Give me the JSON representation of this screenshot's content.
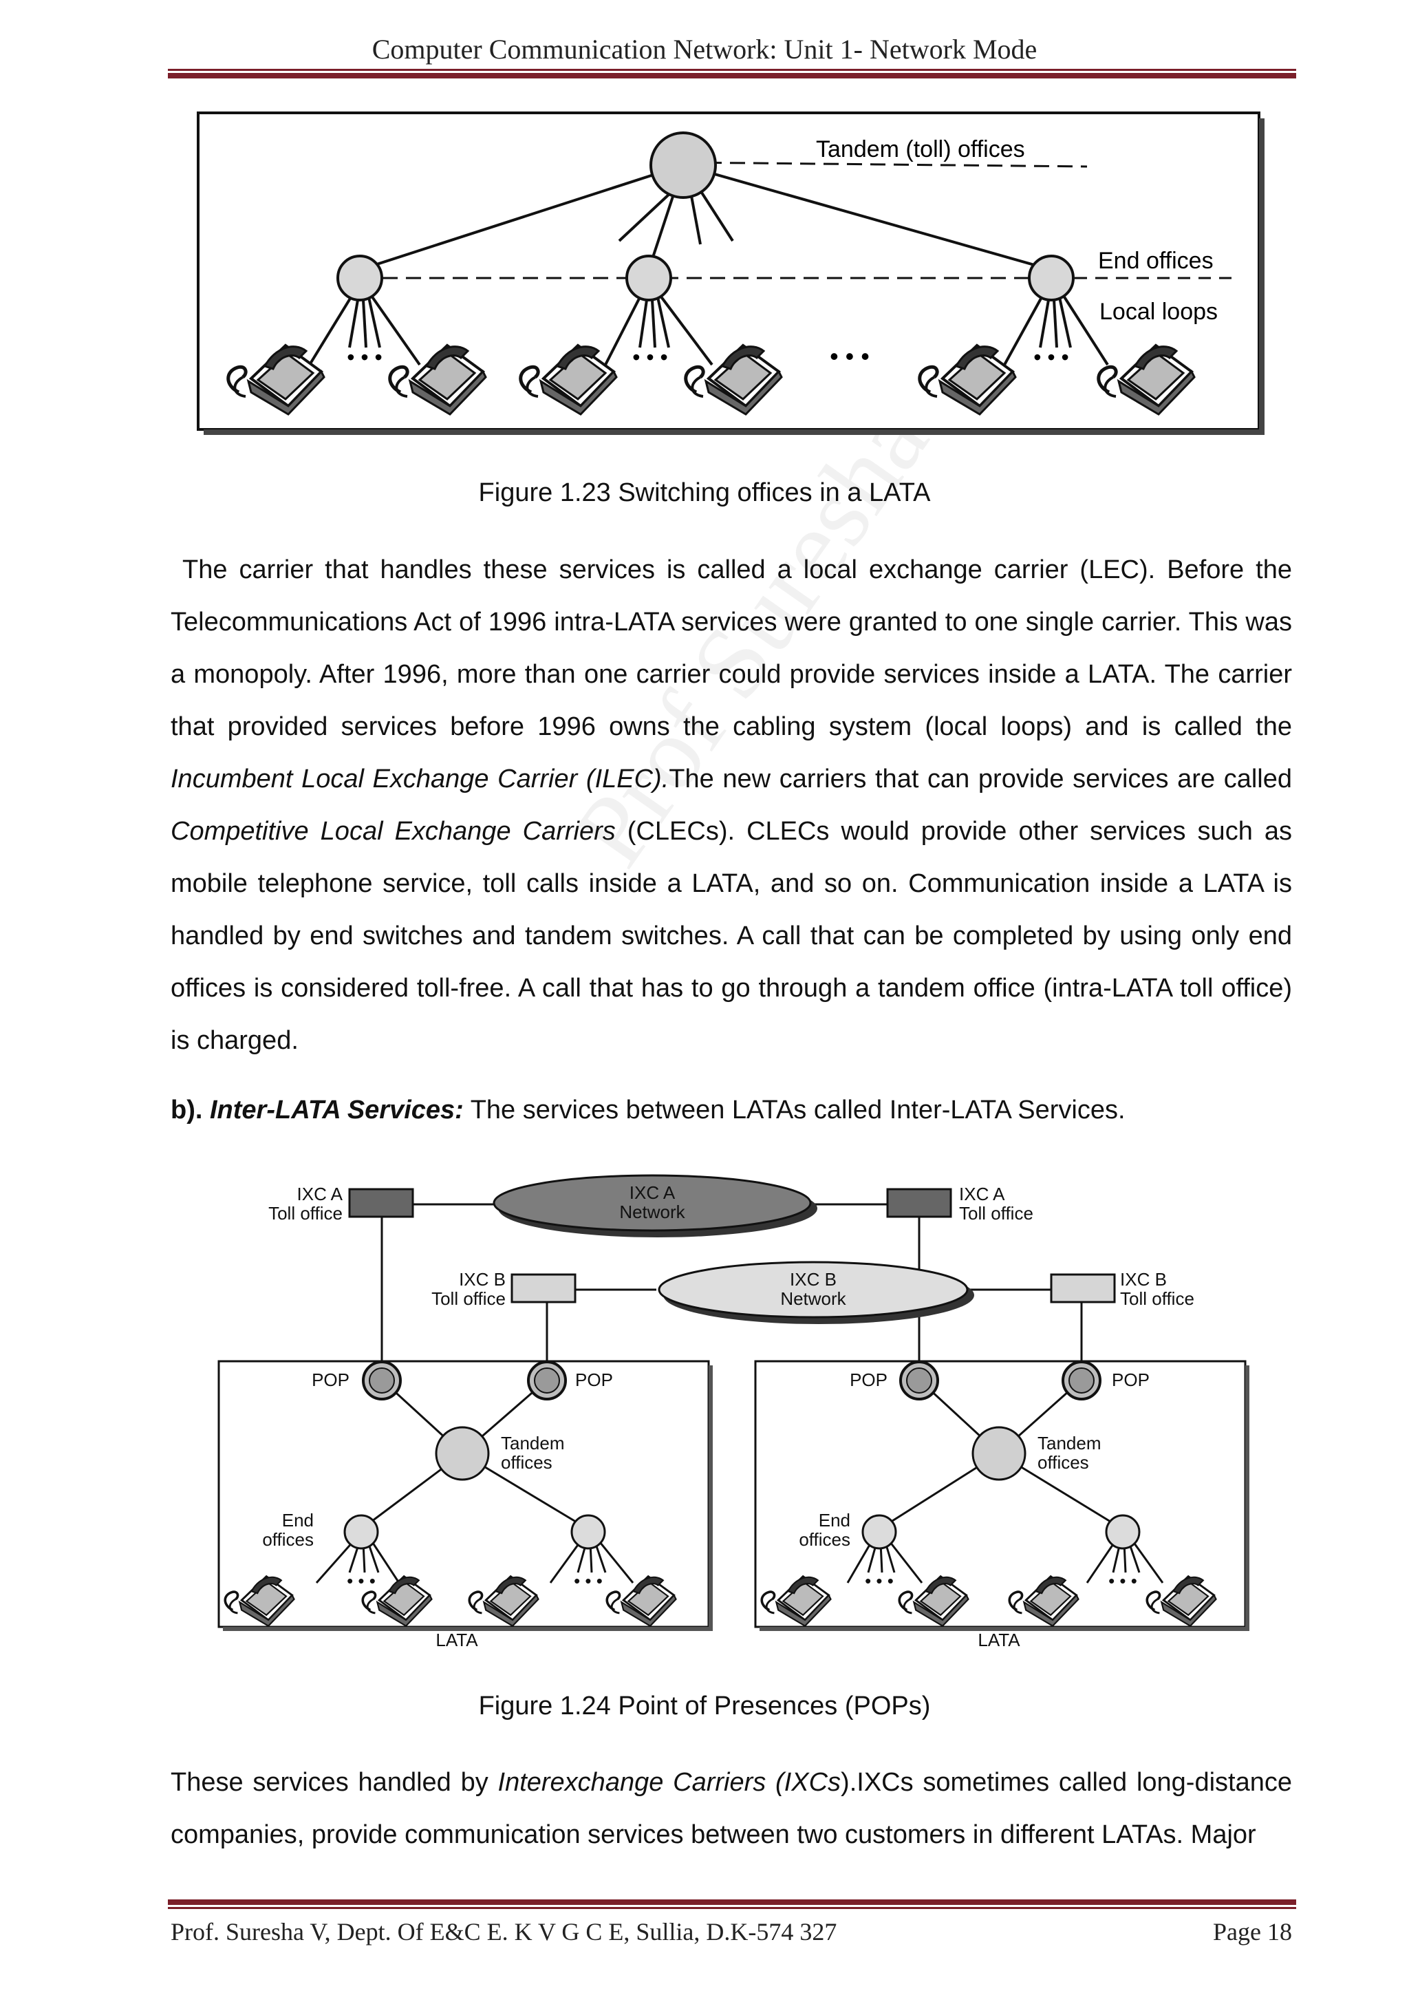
{
  "header": {
    "title": "Computer Communication Network: Unit 1- Network Mode"
  },
  "watermark": {
    "text": "Prof Suresha V"
  },
  "figure1": {
    "labels": {
      "tandem": "Tandem (toll) offices",
      "end_offices": "End offices",
      "local_loops": "Local loops",
      "ellipsis": "• • •"
    },
    "caption": "Figure 1.23 Switching offices in a LATA"
  },
  "paragraph1": {
    "part1": "The carrier that handles these services is called a local exchange carrier (LEC). Before the Telecommunications Act of 1996 intra-LATA services were granted to one single carrier. This was a monopoly.  After 1996, more than one carrier could provide services inside a LATA. The carrier that provided services before 1996 owns the cabling system (local loops) and is called the ",
    "ilec": "Incumbent Local Exchange Carrier (ILEC).",
    "part2": "The new carriers that can provide services are called ",
    "clec": "Competitive Local  Exchange Carriers",
    "part3": " (CLECs).  CLECs would provide other services such as mobile telephone service, toll calls inside a LATA, and so on. Communication inside a LATA is handled by end switches and tandem switches. A call that can be completed by using only end offices is considered toll-free. A call that has to go through a tandem office (intra-LATA toll office) is charged."
  },
  "section_b": {
    "prefix": "b).",
    "title": "Inter-LATA Services:",
    "text": " The services between LATAs called Inter-LATA Services."
  },
  "figure2": {
    "labels": {
      "ixc_a_toll_line1": "IXC A",
      "ixc_a_toll_line2": "Toll office",
      "ixc_a_net_line1": "IXC A",
      "ixc_a_net_line2": "Network",
      "ixc_b_toll_line1": "IXC B",
      "ixc_b_toll_line2": "Toll office",
      "ixc_b_net_line1": "IXC B",
      "ixc_b_net_line2": "Network",
      "pop": "POP",
      "tandem_line1": "Tandem",
      "tandem_line2": "offices",
      "end_line1": "End",
      "end_line2": "offices",
      "lata": "LATA",
      "ellipsis": "• • •"
    },
    "caption": "Figure 1.24 Point of Presences (POPs)"
  },
  "paragraph2": {
    "part1": "These services handled by ",
    "ixc": "Interexchange Carriers (IXCs",
    "part2": ").IXCs sometimes called long-distance companies, provide communication services between two customers in different LATAs. Major"
  },
  "footer": {
    "left": "Prof. Suresha V, Dept. Of E&C E.  K V G C E, Sullia, D.K-574 327",
    "right": "Page 18"
  }
}
